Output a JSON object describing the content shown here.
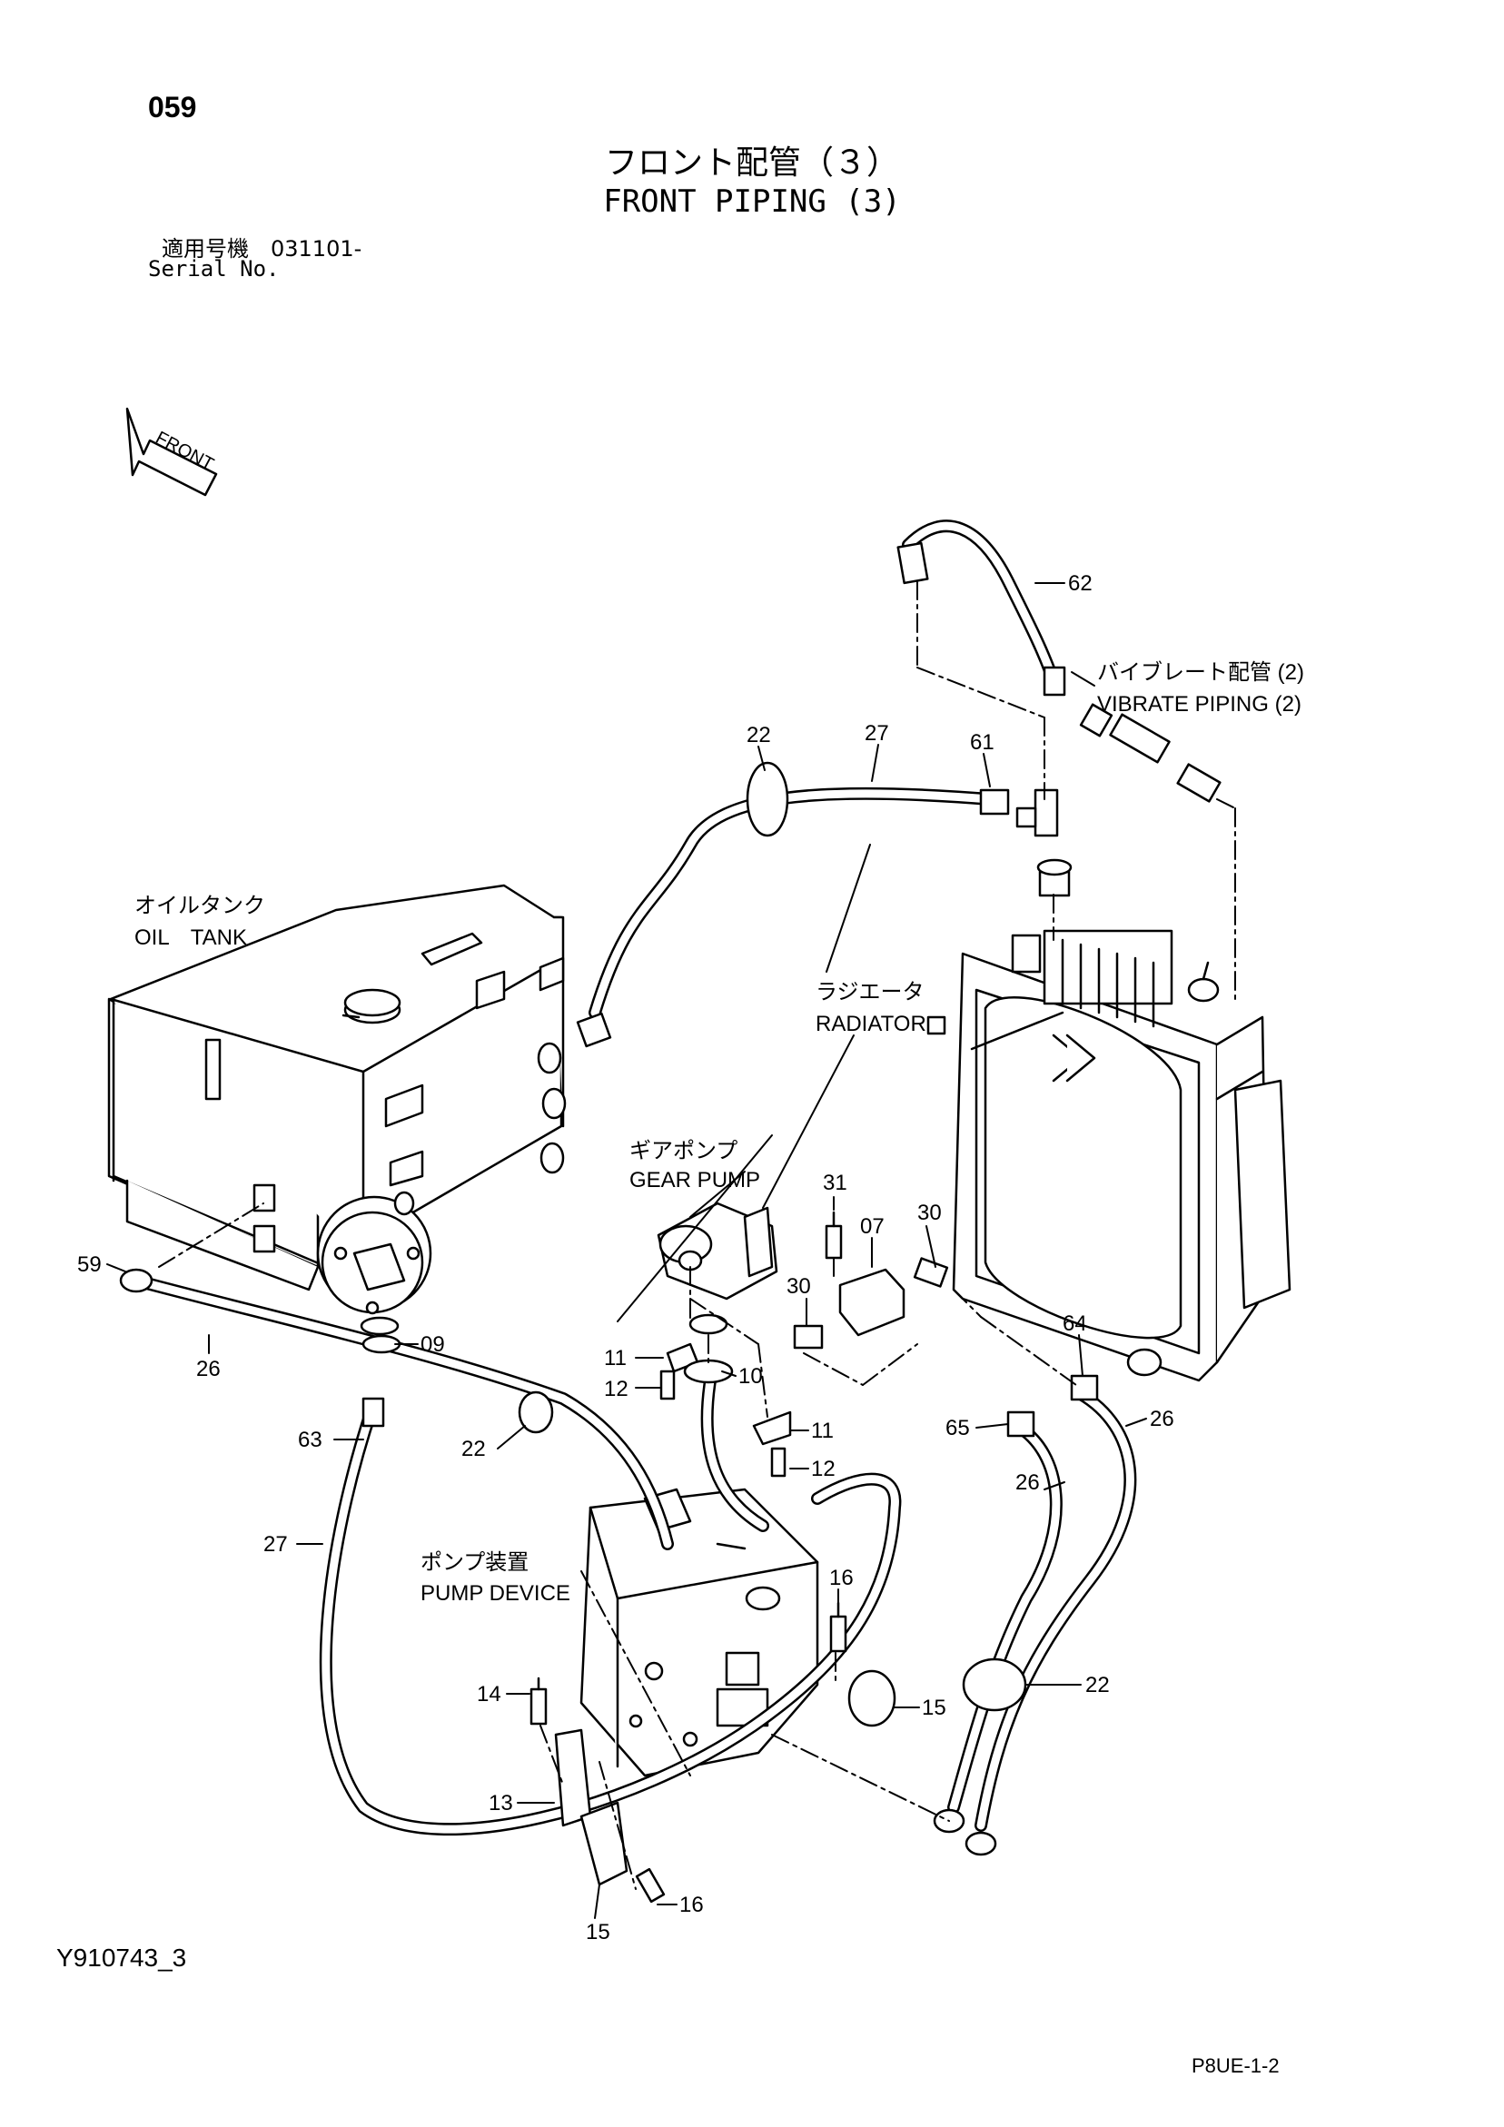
{
  "header": {
    "page_number": "059",
    "title_ja": "フロント配管（３）",
    "title_en": "FRONT PIPING (3)",
    "serial_ja": "適用号機　031101-",
    "serial_en": "Serial No."
  },
  "front_arrow_label": "FRONT",
  "components": {
    "oil_tank_ja": "オイルタンク",
    "oil_tank_en": "OIL　TANK",
    "radiator_ja": "ラジエータ",
    "radiator_en": "RADIATOR",
    "gear_pump_ja": "ギアポンプ",
    "gear_pump_en": "GEAR PUMP",
    "pump_device_ja": "ポンプ装置",
    "pump_device_en": "PUMP DEVICE",
    "vibrate_ja": "バイブレート配管 (2)",
    "vibrate_en": "VIBRATE PIPING (2)"
  },
  "callouts": {
    "c62": "62",
    "c22a": "22",
    "c27a": "27",
    "c61": "61",
    "c59": "59",
    "c09": "09",
    "c26a": "26",
    "c31": "31",
    "c07": "07",
    "c30a": "30",
    "c30b": "30",
    "c11a": "11",
    "c10": "10",
    "c12a": "12",
    "c11b": "11",
    "c12b": "12",
    "c63": "63",
    "c22b": "22",
    "c64": "64",
    "c26b": "26",
    "c65": "65",
    "c26c": "26",
    "c27b": "27",
    "c16a": "16",
    "c14": "14",
    "c15a": "15",
    "c22c": "22",
    "c13": "13",
    "c15b": "15",
    "c16b": "16"
  },
  "footer": {
    "drawing_code": "Y910743_3",
    "sheet_code": "P8UE-1-2"
  }
}
